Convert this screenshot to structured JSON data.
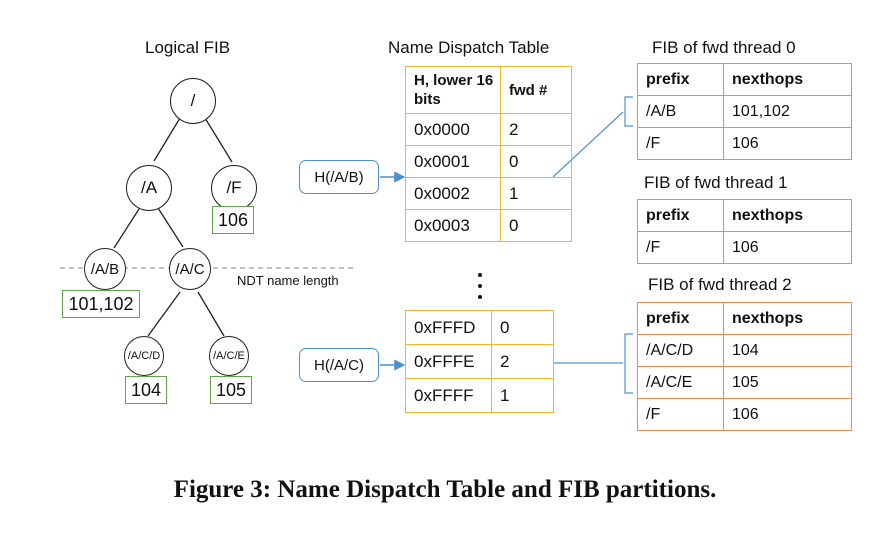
{
  "tree": {
    "title": "Logical FIB",
    "nodes": {
      "root": "/",
      "a": "/A",
      "f": "/F",
      "ab": "/A/B",
      "ac": "/A/C",
      "acd": "/A/C/D",
      "ace": "/A/C/E"
    },
    "nexthops": {
      "f": "106",
      "ab": "101,102",
      "acd": "104",
      "ace": "105"
    },
    "ndt_line_label": "NDT name length"
  },
  "hash_inputs": [
    "H(/A/B)",
    "H(/A/C)"
  ],
  "ndt": {
    "title": "Name Dispatch Table",
    "header": {
      "col1": "H, lower 16 bits",
      "col2": "fwd #"
    },
    "top_rows": [
      {
        "hash": "0x0000",
        "fwd": "2"
      },
      {
        "hash": "0x0001",
        "fwd": "0"
      },
      {
        "hash": "0x0002",
        "fwd": "1"
      },
      {
        "hash": "0x0003",
        "fwd": "0"
      }
    ],
    "bottom_rows": [
      {
        "hash": "0xFFFD",
        "fwd": "0"
      },
      {
        "hash": "0xFFFE",
        "fwd": "2"
      },
      {
        "hash": "0xFFFF",
        "fwd": "1"
      }
    ]
  },
  "fibs": [
    {
      "title": "FIB of fwd thread 0",
      "header": [
        "prefix",
        "nexthops"
      ],
      "rows": [
        [
          "/A/B",
          "101,102"
        ],
        [
          "/F",
          "106"
        ]
      ]
    },
    {
      "title": "FIB of fwd thread 1",
      "header": [
        "prefix",
        "nexthops"
      ],
      "rows": [
        [
          "/F",
          "106"
        ]
      ]
    },
    {
      "title": "FIB of fwd thread 2",
      "header": [
        "prefix",
        "nexthops"
      ],
      "rows": [
        [
          "/A/C/D",
          "104"
        ],
        [
          "/A/C/E",
          "105"
        ],
        [
          "/F",
          "106"
        ]
      ]
    }
  ],
  "caption": "Figure 3: Name Dispatch Table and FIB partitions.",
  "colors": {
    "ndt_border": "#f2b529",
    "fib_border": "#ee8a4a",
    "nexthop_box": "#62a24a",
    "hash_box": "#4f8fd0"
  }
}
